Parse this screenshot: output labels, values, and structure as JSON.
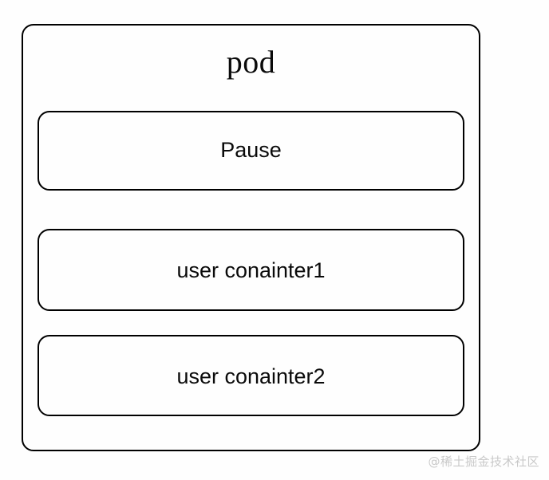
{
  "diagram": {
    "type": "nested-box-diagram",
    "background_color": "#fefefe",
    "stroke_color": "#000000",
    "pod": {
      "title": "pod",
      "children": [
        {
          "label": "Pause"
        },
        {
          "label": "user conainter1"
        },
        {
          "label": "user conainter2"
        }
      ]
    }
  },
  "watermark": {
    "text": "@稀土掘金技术社区",
    "color": "#c9c9c9"
  }
}
